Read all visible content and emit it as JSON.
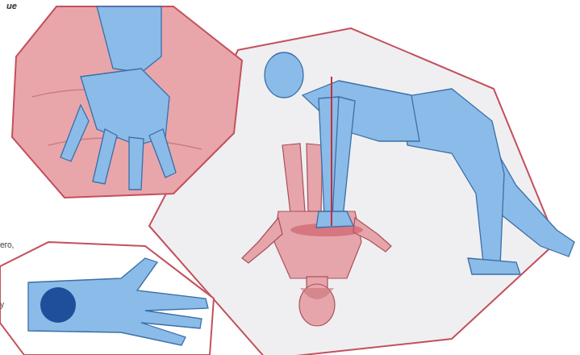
{
  "diagram": {
    "labels": [
      "ие",
      "его,",
      "у"
    ]
  }
}
